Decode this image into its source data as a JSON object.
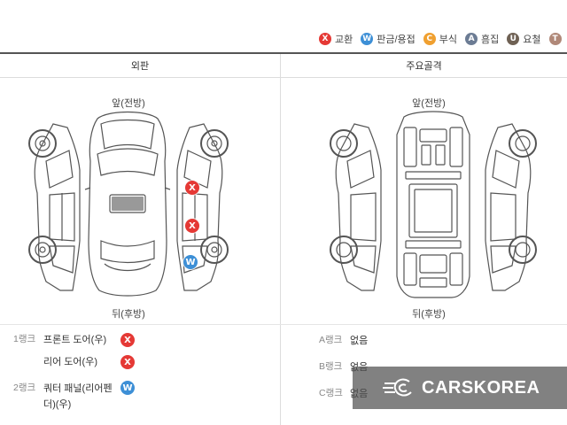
{
  "legend": [
    {
      "code": "X",
      "label": "교환",
      "color": "#e53935",
      "icon": "exchange-icon"
    },
    {
      "code": "W",
      "label": "판금/용접",
      "color": "#3d8fd6",
      "icon": "welding-icon"
    },
    {
      "code": "C",
      "label": "부식",
      "color": "#f0a030",
      "icon": "corrosion-icon"
    },
    {
      "code": "A",
      "label": "흠집",
      "color": "#6c7c94",
      "icon": "scratch-icon"
    },
    {
      "code": "U",
      "label": "요철",
      "color": "#6f6154",
      "icon": "dent-icon"
    },
    {
      "code": "T",
      "label": "",
      "color": "#b08878",
      "icon": "damage-icon"
    }
  ],
  "columns": {
    "exterior": "외판",
    "frame": "주요골격"
  },
  "directions": {
    "front": "앞(전방)",
    "rear": "뒤(후방)"
  },
  "exterior_ranks": [
    {
      "rank": "1랭크",
      "part": "프론트 도어(우)",
      "code": "X"
    },
    {
      "rank": "",
      "part": "리어 도어(우)",
      "code": "X"
    },
    {
      "rank": "2랭크",
      "part": "쿼터 패널(리어펜더)(우)",
      "code": "W"
    }
  ],
  "frame_ranks": [
    {
      "rank": "A랭크",
      "value": "없음"
    },
    {
      "rank": "B랭크",
      "value": "없음"
    },
    {
      "rank": "C랭크",
      "value": "없음"
    }
  ],
  "diagram_markers": [
    {
      "code": "X",
      "part": "front-door-right"
    },
    {
      "code": "X",
      "part": "rear-door-right"
    },
    {
      "code": "W",
      "part": "quarter-panel-right"
    }
  ],
  "watermark": {
    "text": "CARSKOREA"
  },
  "colors": {
    "x": "#e53935",
    "w": "#3d8fd6"
  }
}
